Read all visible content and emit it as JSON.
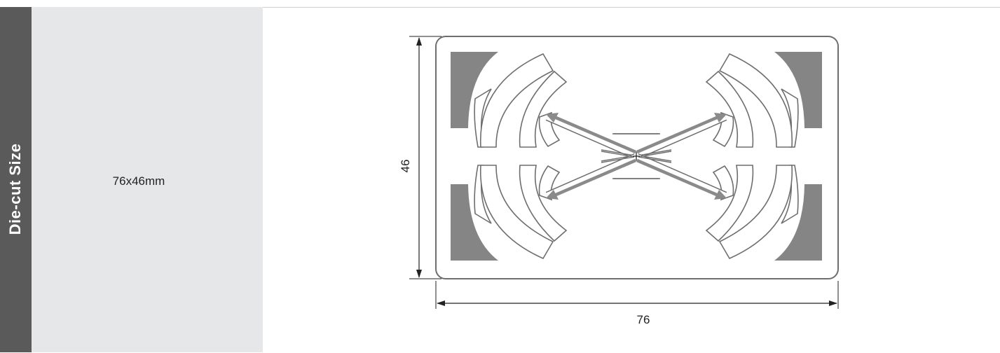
{
  "row": {
    "label": "Die-cut Size",
    "value": "76x46mm"
  },
  "drawing": {
    "width_dim": "76",
    "height_dim": "46"
  },
  "colors": {
    "label_band": "#5a5a5a",
    "value_band": "#e6e7e9",
    "pad_fill": "#858585",
    "outline": "#6e6e6e"
  }
}
